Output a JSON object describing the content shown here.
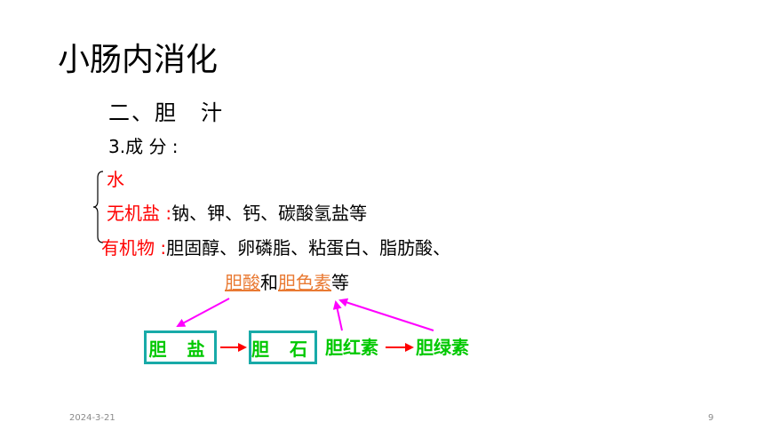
{
  "title": "小肠内消化",
  "section": "二、胆　汁",
  "component_label": "3.成  分 :",
  "items": [
    {
      "label": "水",
      "text": ""
    },
    {
      "label": "无机盐 :",
      "text": "钠、钾、钙、碳酸氢盐等"
    },
    {
      "label": "有机物 :",
      "text": "胆固醇、卵磷脂、粘蛋白、脂肪酸、"
    }
  ],
  "continuation": {
    "part1": "胆酸",
    "connector": "和",
    "part2": "胆色素",
    "suffix": "等"
  },
  "diagram": {
    "bile_salt": "胆 盐",
    "gallstone": "胆 石",
    "bilirubin": "胆红素",
    "biliverdin": "胆绿素",
    "colors": {
      "box_border": "#18aaa8",
      "green_text": "#00c800",
      "red_arrow": "#ff0000",
      "magenta_arrow": "#ff00ff"
    }
  },
  "footer": {
    "date": "2024-3-21",
    "page_number": "9"
  }
}
